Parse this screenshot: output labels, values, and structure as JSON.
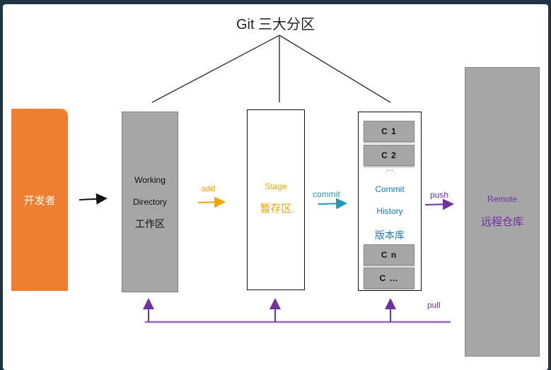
{
  "title": "Git 三大分区",
  "developer": {
    "label": "开发者"
  },
  "working_directory": {
    "line1": "Working",
    "line2": "Directory",
    "line3": "工作区"
  },
  "stage": {
    "line1": "Stage",
    "line2": "暂存区"
  },
  "repository": {
    "commits_top": [
      "C 1",
      "C 2"
    ],
    "ellipsis": "…",
    "line1": "Commit",
    "line2": "History",
    "line3": "版本库",
    "commits_bottom": [
      "C n",
      "C …"
    ]
  },
  "remote": {
    "line1": "Remote",
    "line2": "远程仓库"
  },
  "arrows": {
    "add": "add",
    "commit": "commit",
    "push": "push",
    "pull": "pull"
  },
  "colors": {
    "developer": "#ee7f31",
    "box_gray": "#a6a6a6",
    "add": "#f2a600",
    "commit": "#1f9bb8",
    "push_pull": "#7030a0",
    "connector": "#333333"
  }
}
